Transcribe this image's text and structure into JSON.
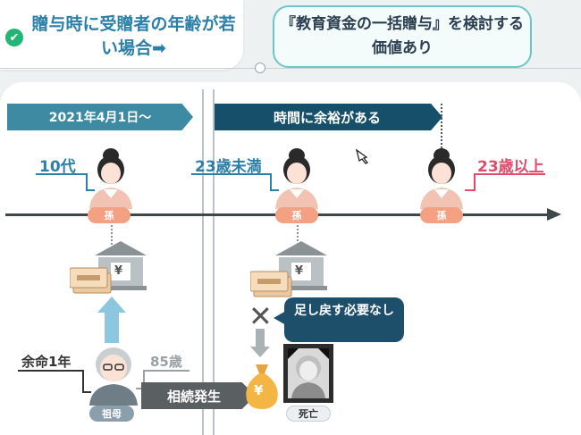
{
  "header": {
    "left_text": "贈与時に受贈者の年齢が若い場合➡",
    "right_text": "『教育資金の一括贈与』を検討する価値あり"
  },
  "timeline": {
    "banner_left": "2021年4月1日〜",
    "banner_right": "時間に余裕がある"
  },
  "persons": {
    "age_1": "10代",
    "age_2": "23歳未満",
    "age_3": "23歳以上",
    "tag": "孫"
  },
  "grandma": {
    "remaining": "余命1年",
    "age": "85歳",
    "tag": "祖母",
    "dead_tag": "死亡"
  },
  "flow": {
    "inheritance": "相続発生",
    "callout": "足し戻す必要なし",
    "yen_symbol": "¥"
  },
  "colors": {
    "teal": "#3e8aa3",
    "navy": "#164f6a",
    "pink": "#e04c6c",
    "tag_salmon": "#f3a083"
  }
}
